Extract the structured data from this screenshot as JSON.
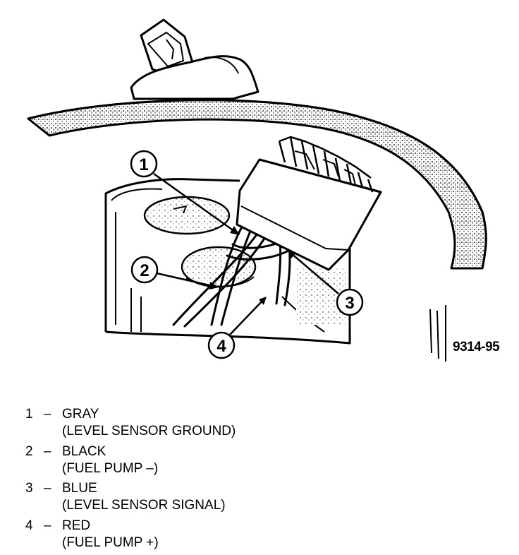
{
  "figure": {
    "id": "9314-95",
    "callouts": [
      "1",
      "2",
      "3",
      "4"
    ]
  },
  "legend": [
    {
      "num": "1",
      "dash": "–",
      "color": "GRAY",
      "desc": "(LEVEL SENSOR GROUND)"
    },
    {
      "num": "2",
      "dash": "–",
      "color": "BLACK",
      "desc": "(FUEL PUMP –)"
    },
    {
      "num": "3",
      "dash": "–",
      "color": "BLUE",
      "desc": "(LEVEL SENSOR SIGNAL)"
    },
    {
      "num": "4",
      "dash": "–",
      "color": "RED",
      "desc": "(FUEL PUMP +)"
    }
  ]
}
